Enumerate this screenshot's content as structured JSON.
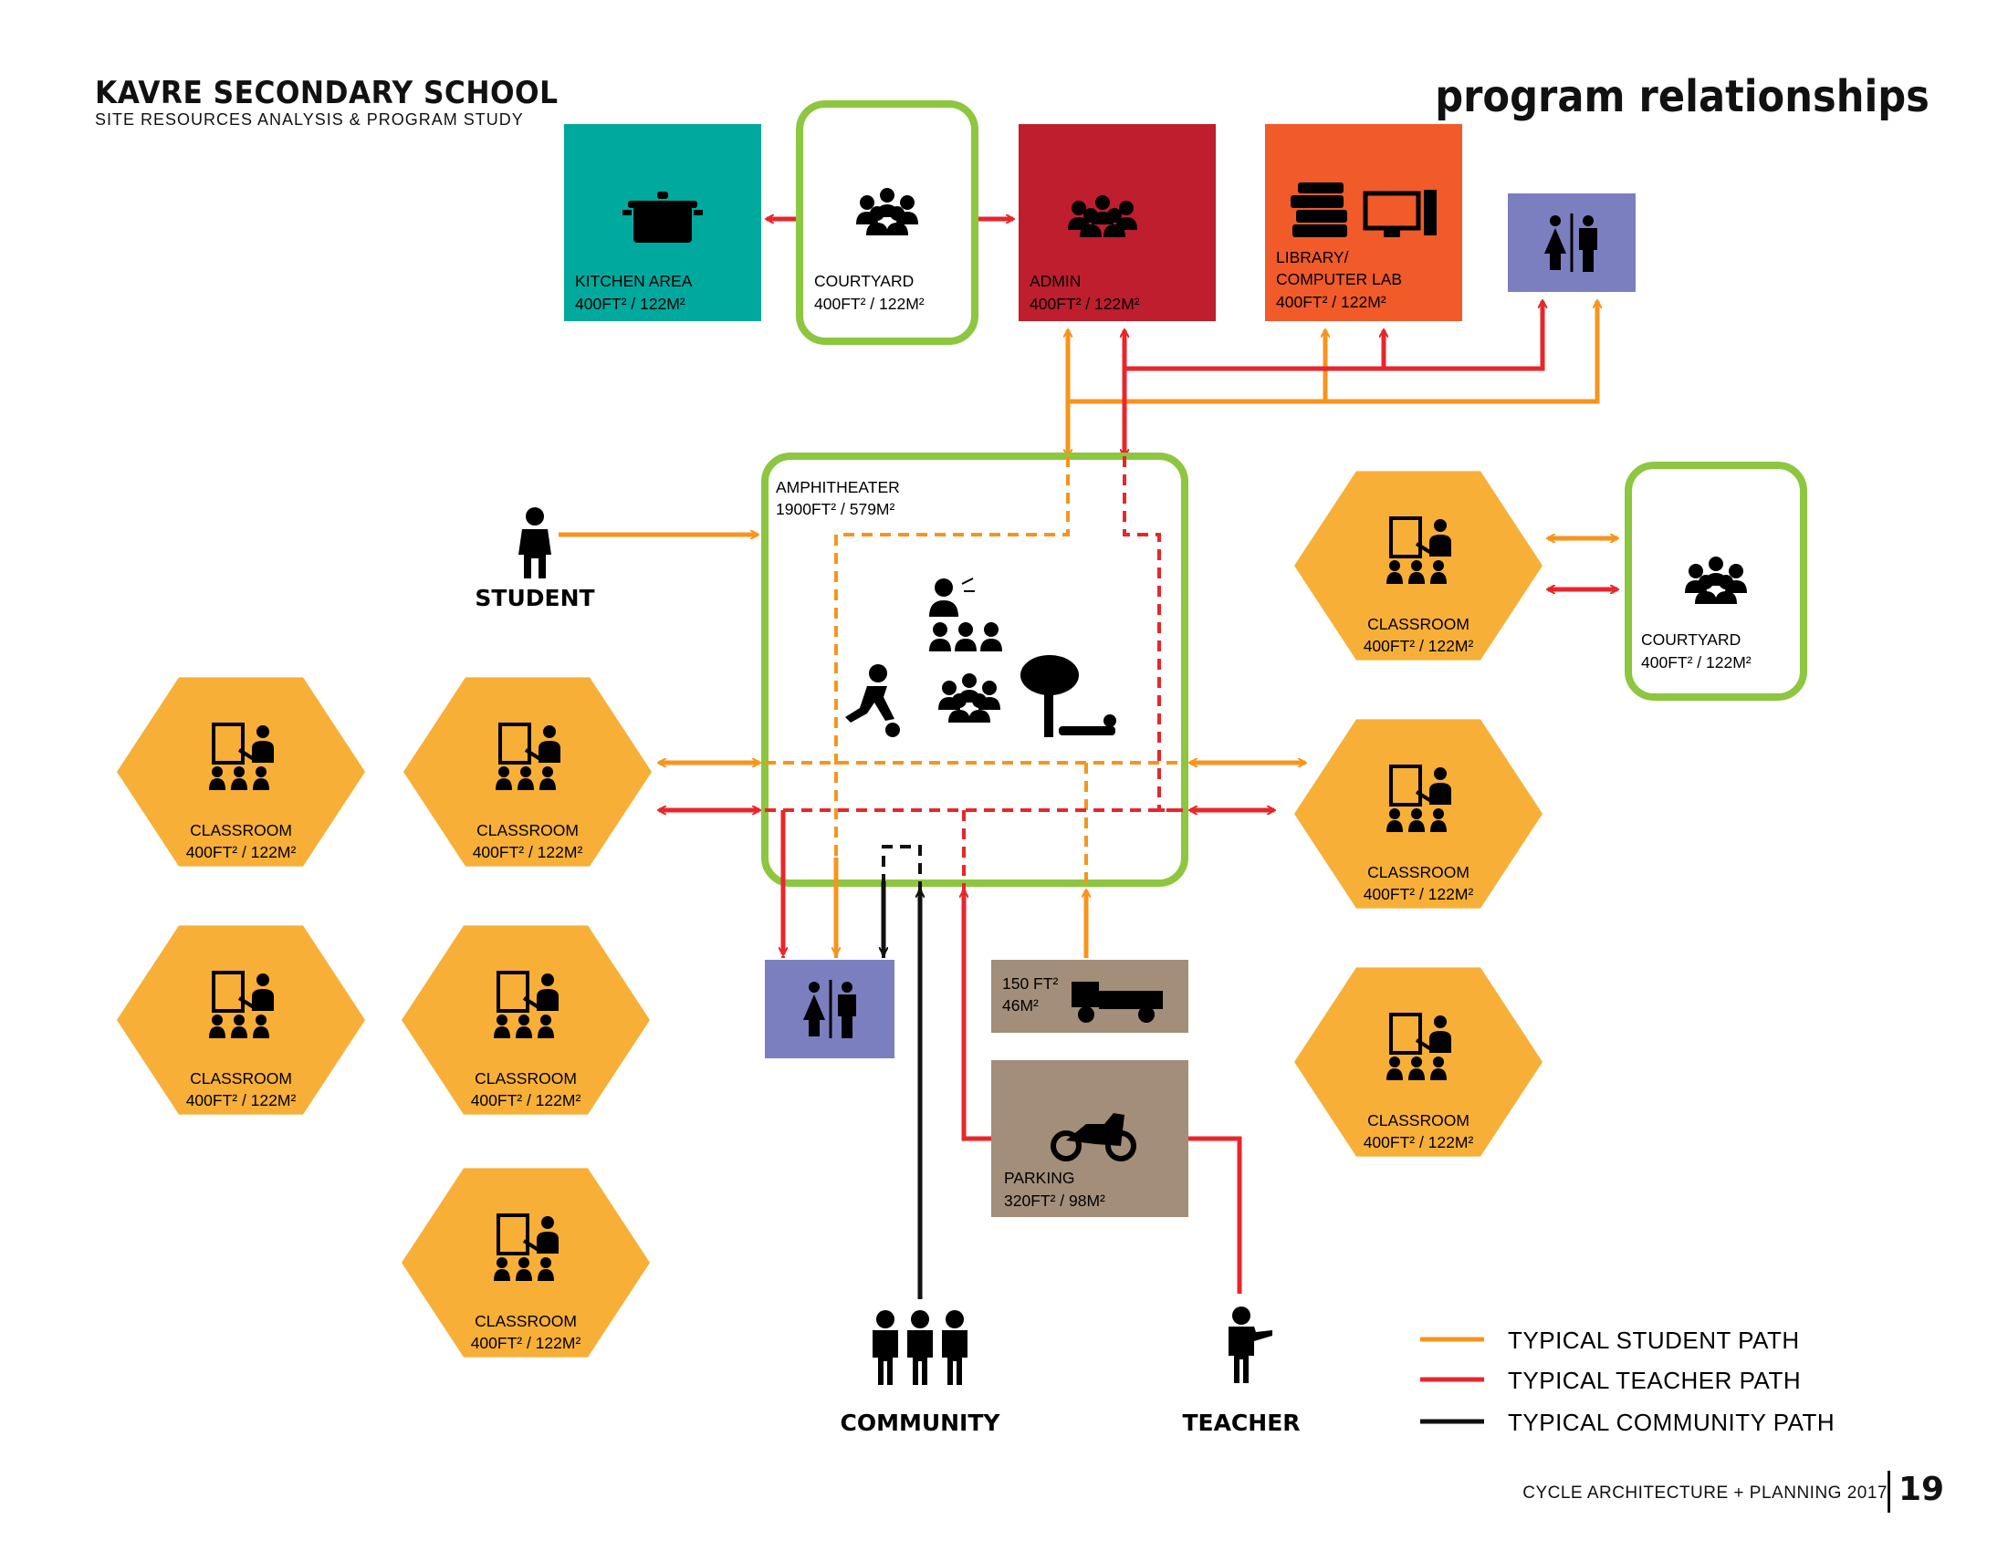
{
  "header": {
    "school": "KAVRE SECONDARY SCHOOL",
    "subtitle": "SITE RESOURCES ANALYSIS & PROGRAM STUDY",
    "title": "program relationships"
  },
  "footer": {
    "text": "CYCLE ARCHITECTURE + PLANNING 2017",
    "page": "19"
  },
  "rooms": {
    "kitchen": {
      "name": "KITCHEN AREA",
      "size": "400FT² / 122M²",
      "icon": "cooking-pot-icon"
    },
    "courtyard_top": {
      "name": "COURTYARD",
      "size": "400FT² / 122M²",
      "icon": "group-icon"
    },
    "admin": {
      "name": "ADMIN",
      "size": "400FT² / 122M²",
      "icon": "people-icon"
    },
    "library": {
      "name": "LIBRARY/",
      "name2": "COMPUTER LAB",
      "size": "400FT² / 122M²",
      "icon": "books-computer-icon"
    },
    "amphitheater": {
      "name": "AMPHITHEATER",
      "size": "1900FT² / 579M²"
    },
    "courtyard_right": {
      "name": "COURTYARD",
      "size": "400FT² / 122M²"
    },
    "truck": {
      "size1": "150 FT²",
      "size2": "46M²",
      "icon": "truck-icon"
    },
    "parking": {
      "name": "PARKING",
      "size": "320FT² / 98M²",
      "icon": "motorcycle-icon"
    }
  },
  "classroom": {
    "name": "CLASSROOM",
    "size": "400FT² / 122M²",
    "icon": "teacher-board-icon"
  },
  "people": {
    "student": "STUDENT",
    "community": "COMMUNITY",
    "teacher": "TEACHER"
  },
  "legend": [
    {
      "label": "TYPICAL STUDENT PATH",
      "color": "#F7941D"
    },
    {
      "label": "TYPICAL TEACHER PATH",
      "color": "#E8262B"
    },
    {
      "label": "TYPICAL COMMUNITY PATH",
      "color": "#111111"
    }
  ],
  "colors": {
    "kitchen": "#00A99D",
    "admin": "#BE1E2D",
    "library": "#F15A29",
    "restroom": "#7B7FBF",
    "classroom": "#F7AF37",
    "courtyard_border": "#8DC63F",
    "parking": "#A38E79",
    "student": "#F7941D",
    "teacher": "#E8262B",
    "community": "#111111"
  }
}
